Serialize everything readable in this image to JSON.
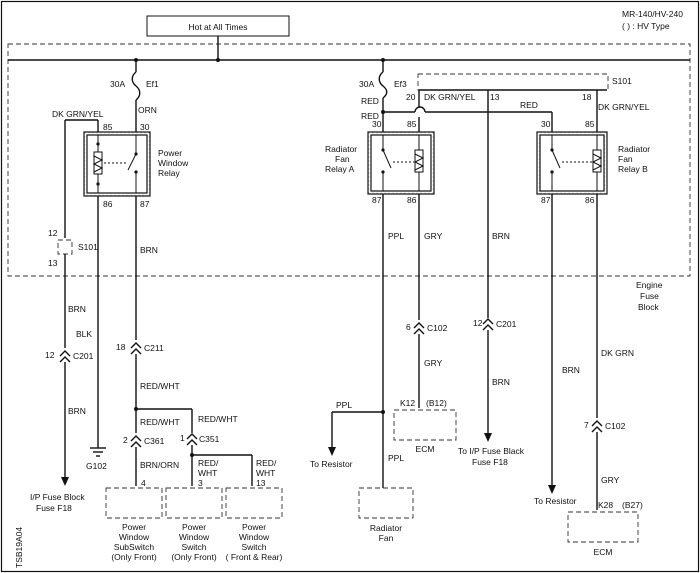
{
  "header": {
    "title": "Hot at All Times",
    "model": "MR-140/HV-240",
    "note": "( ) : HV Type"
  },
  "side_code": "TSB19A04",
  "fuse_block": {
    "l1": "Engine",
    "l2": "Fuse",
    "l3": "Block"
  },
  "fuses": {
    "ef1": {
      "amp": "30A",
      "id": "Ef1"
    },
    "ef3": {
      "amp": "30A",
      "id": "Ef3"
    }
  },
  "relays": {
    "pw": {
      "l1": "Power",
      "l2": "Window",
      "l3": "Relay"
    },
    "fan_a": {
      "l1": "Radiator",
      "l2": "Fan",
      "l3": "Relay A"
    },
    "fan_b": {
      "l1": "Radiator",
      "l2": "Fan",
      "l3": "Relay B"
    }
  },
  "pins": {
    "p30": "30",
    "p85": "85",
    "p86": "86",
    "p87": "87",
    "p20": "20",
    "p13": "13",
    "p18": "18",
    "p12": "12"
  },
  "wires": {
    "orn": "ORN",
    "dkgrnyel": "DK GRN/YEL",
    "red": "RED",
    "brn": "BRN",
    "blk": "BLK",
    "redwht": "RED/WHT",
    "brnorn": "BRN/ORN",
    "red_s": "RED/",
    "wht_s": "WHT",
    "ppl": "PPL",
    "gry": "GRY",
    "dkgrn": "DK GRN"
  },
  "connectors": {
    "s101": "S101",
    "c201": "C201",
    "c211": "C211",
    "c361": "C361",
    "c351": "C351",
    "c102": "C102",
    "g102": "G102",
    "k12": "K12",
    "b12": "(B12)",
    "k28": "K28",
    "b27": "(B27)"
  },
  "connector_pins": {
    "n12": "12",
    "n18": "18",
    "n2": "2",
    "n1": "1",
    "n6": "6",
    "n7": "7",
    "n4": "4",
    "n3": "3",
    "n13": "13"
  },
  "components": {
    "ipfuse_l1": "I/P Fuse Block",
    "ipfuse_l2": "Fuse F18",
    "sub_l1": "Power",
    "sub_l2": "Window",
    "sub_l3": "SubSwitch",
    "sub_l4": "(Only Front)",
    "sw1_l1": "Power",
    "sw1_l2": "Window",
    "sw1_l3": "Switch",
    "sw1_l4": "(Only Front)",
    "sw2_l1": "Power",
    "sw2_l2": "Window",
    "sw2_l3": "Switch",
    "sw2_l4": "( Front & Rear)",
    "to_resistor": "To Resistor",
    "ecm": "ECM",
    "rad_l1": "Radiator",
    "rad_l2": "Fan",
    "toip_l1": "To I/P Fuse Black",
    "toip_l2": "Fuse F18"
  }
}
